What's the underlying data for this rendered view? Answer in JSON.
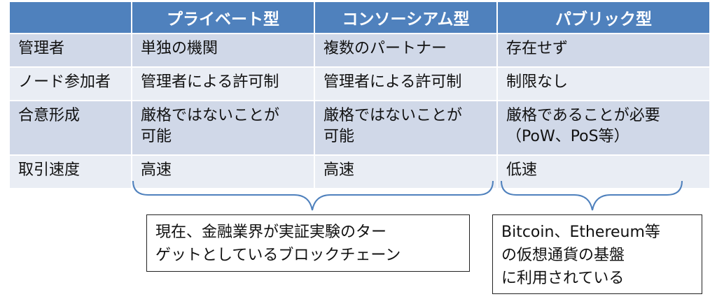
{
  "table": {
    "headers": [
      "",
      "プライベート型",
      "コンソーシアム型",
      "パブリック型"
    ],
    "rows": [
      {
        "label": "管理者",
        "cells": [
          "単独の機関",
          "複数のパートナー",
          "存在せず"
        ]
      },
      {
        "label": "ノード参加者",
        "cells": [
          "管理者による許可制",
          "管理者による許可制",
          "制限なし"
        ]
      },
      {
        "label": "合意形成",
        "cells": [
          [
            "厳格ではないことが",
            "可能"
          ],
          [
            "厳格ではないことが",
            "可能"
          ],
          [
            "厳格であることが必要",
            "（PoW、PoS等）"
          ]
        ]
      },
      {
        "label": "取引速度",
        "cells": [
          "高速",
          "高速",
          "低速"
        ]
      }
    ]
  },
  "notes": {
    "private_consortium": [
      "現在、金融業界が実証実験のター",
      "ゲットとしているブロックチェーン"
    ],
    "public": [
      "Bitcoin、Ethereum等",
      "の仮想通貨の基盤",
      "に利用されている"
    ]
  },
  "colors": {
    "header": "#4f81bd",
    "row_dark": "#d0d8e8",
    "row_light": "#e9edf4",
    "brace": "#4f81bd"
  }
}
